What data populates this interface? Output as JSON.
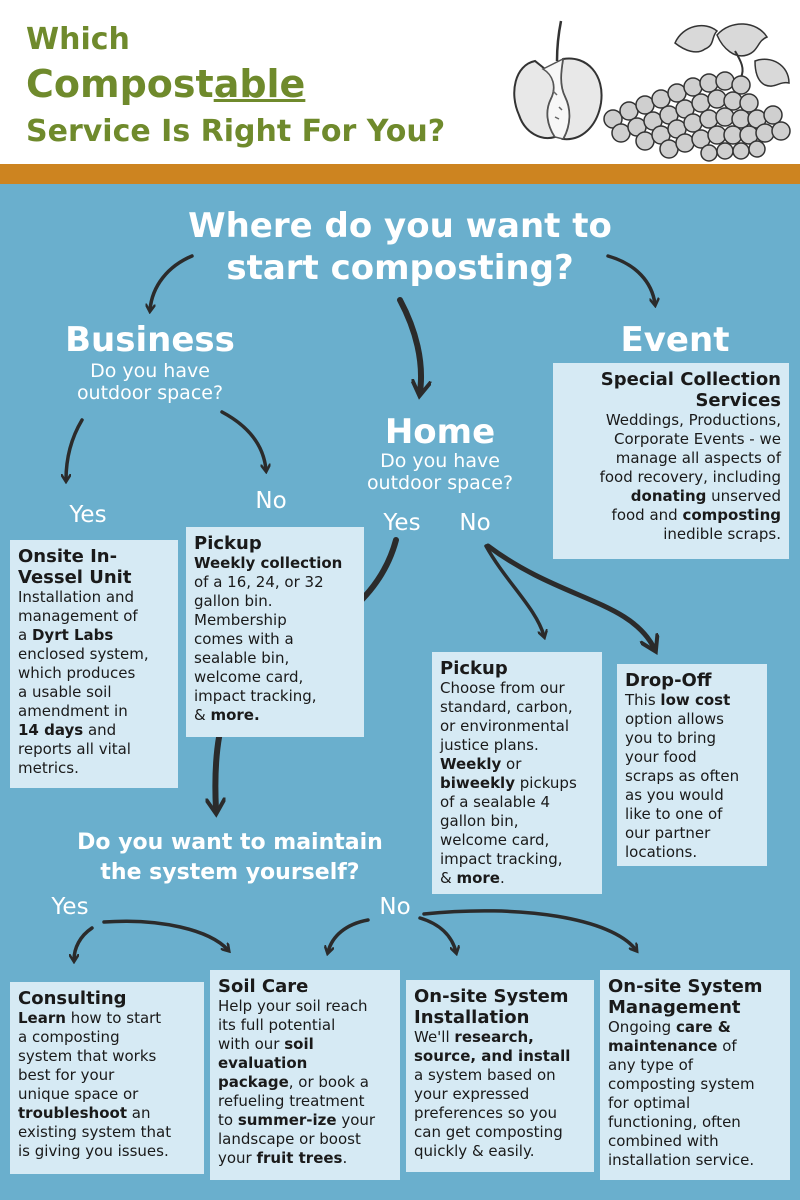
{
  "header": {
    "line1": "Which",
    "line2_a": "Compost",
    "line2_b": "able",
    "line3": "Service Is Right For You?"
  },
  "question_main": {
    "line1": "Where do you want to",
    "line2": "start composting?"
  },
  "business": {
    "label": "Business",
    "q1": "Do you have",
    "q2": "outdoor space?",
    "yes": "Yes",
    "no": "No"
  },
  "home": {
    "label": "Home",
    "q1": "Do you have",
    "q2": "outdoor space?",
    "yes": "Yes",
    "no": "No"
  },
  "event": {
    "label": "Event"
  },
  "maintain": {
    "q1": "Do you want to maintain",
    "q2": "the system yourself?",
    "yes": "Yes",
    "no": "No"
  },
  "boxes": {
    "special": {
      "title_1": "Special Collection",
      "title_2": "Services",
      "l1": "Weddings, Productions,",
      "l2": "Corporate Events - we",
      "l3": "manage all aspects of",
      "l4": "food recovery, including",
      "l5_b": "donating",
      "l5": " unserved",
      "l6_a": "food and ",
      "l6_b": "composting",
      "l7": "inedible scraps."
    },
    "onsite_invessel": {
      "title_1": "Onsite In-",
      "title_2": "Vessel Unit",
      "l1": "Installation and",
      "l2": "management of",
      "l3_a": "a ",
      "l3_b": "Dyrt Labs",
      "l4": "enclosed system,",
      "l5": "which produces",
      "l6": "a usable soil",
      "l7": "amendment in",
      "l8_b": "14 days",
      "l8": " and",
      "l9": "reports all vital",
      "l10": "metrics."
    },
    "biz_pickup": {
      "title": "Pickup",
      "l1_b": "Weekly collection",
      "l2": "of a 16, 24, or 32",
      "l3": "gallon bin.",
      "l4": "Membership",
      "l5": "comes with a",
      "l6": "sealable bin,",
      "l7": "welcome card,",
      "l8": "impact tracking,",
      "l9_a": "& ",
      "l9_b": "more."
    },
    "home_pickup": {
      "title": "Pickup",
      "l1": "Choose from our",
      "l2": "standard, carbon,",
      "l3": "or environmental",
      "l4": "justice plans.",
      "l5_b": "Weekly",
      "l5": " or",
      "l6_b": "biweekly",
      "l6": " pickups",
      "l7": "of a sealable 4",
      "l8": "gallon bin,",
      "l9": "welcome card,",
      "l10": "impact tracking,",
      "l11_a": "& ",
      "l11_b": "more",
      "l11_c": "."
    },
    "dropoff": {
      "title": "Drop-Off",
      "l1_a": "This ",
      "l1_b": "low cost",
      "l2": "option allows",
      "l3": "you to bring",
      "l4": "your food",
      "l5": "scraps as often",
      "l6": "as you would",
      "l7": "like to one of",
      "l8": "our partner",
      "l9": "locations."
    },
    "consulting": {
      "title": "Consulting",
      "l1_b": "Learn",
      "l1": " how to start",
      "l2": "a composting",
      "l3": "system that works",
      "l4": "best for your",
      "l5": "unique space or",
      "l6_b": "troubleshoot",
      "l6": " an",
      "l7": "existing system that",
      "l8": "is giving you issues."
    },
    "soilcare": {
      "title": "Soil Care",
      "l1": "Help your soil reach",
      "l2": "its full potential",
      "l3_a": "with our ",
      "l3_b": "soil",
      "l4_b": "evaluation",
      "l5_b": "package",
      "l5": ", or book a",
      "l6": "refueling treatment",
      "l7_a": "to ",
      "l7_b": "summer-ize",
      "l7": " your",
      "l8": "landscape or boost",
      "l9_a": "your ",
      "l9_b": "fruit trees",
      "l9": "."
    },
    "installation": {
      "title_1": "On-site System",
      "title_2": "Installation",
      "l1_a": "We'll ",
      "l1_b": "research,",
      "l2_b": "source, and install",
      "l3": "a system based on",
      "l4": "your expressed",
      "l5": "preferences so you",
      "l6": "can get composting",
      "l7": "quickly & easily."
    },
    "management": {
      "title_1": "On-site System",
      "title_2": "Management",
      "l1_a": "Ongoing ",
      "l1_b": "care &",
      "l2_b": "maintenance",
      "l2": " of",
      "l3": "any type of",
      "l4": "composting system",
      "l5": "for optimal",
      "l6": "functioning, often",
      "l7": "combined with",
      "l8": "installation service."
    }
  },
  "colors": {
    "background": "#6aafcd",
    "title_green": "#6f8a2c",
    "orange_bar": "#cd8420",
    "box": "#d6eaf4",
    "arrow": "#2b2b2b"
  },
  "icons": {
    "illustration": "apple-core-and-grapes-icon"
  }
}
